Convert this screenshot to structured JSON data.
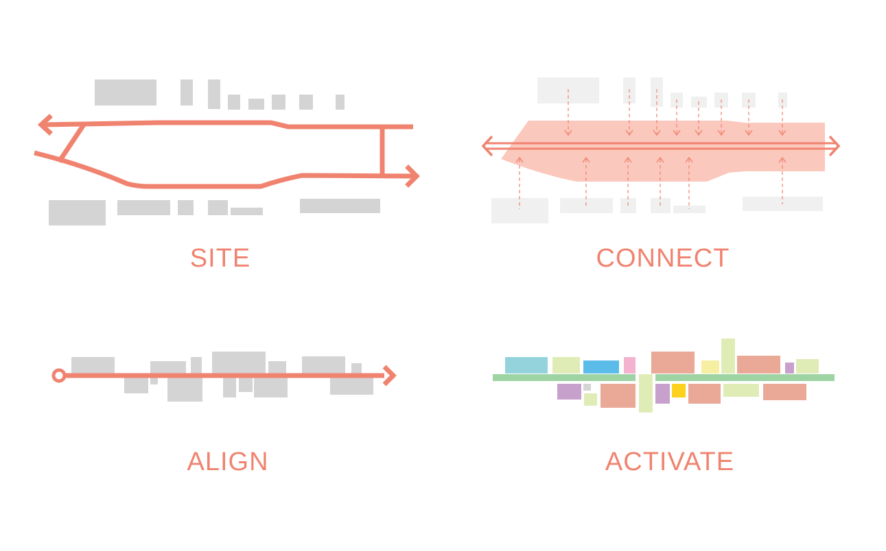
{
  "panels": {
    "site": {
      "label": "SITE"
    },
    "connect": {
      "label": "CONNECT"
    },
    "align": {
      "label": "ALIGN"
    },
    "activate": {
      "label": "ACTIVATE"
    }
  },
  "colors": {
    "accent": "#f0836f",
    "accent_fill": "#fbc8bd",
    "building_grey": "#d4d4d4",
    "building_light": "#f0f0f0",
    "green_axis": "#9ed3a4",
    "teal": "#94d3dc",
    "blue": "#5bbcea",
    "lime": "#e0ecb6",
    "pink": "#f3b3cf",
    "salmon": "#eaa896",
    "yellow_light": "#f6efa2",
    "purple": "#c7a1cc",
    "yellow": "#fdd21e"
  }
}
